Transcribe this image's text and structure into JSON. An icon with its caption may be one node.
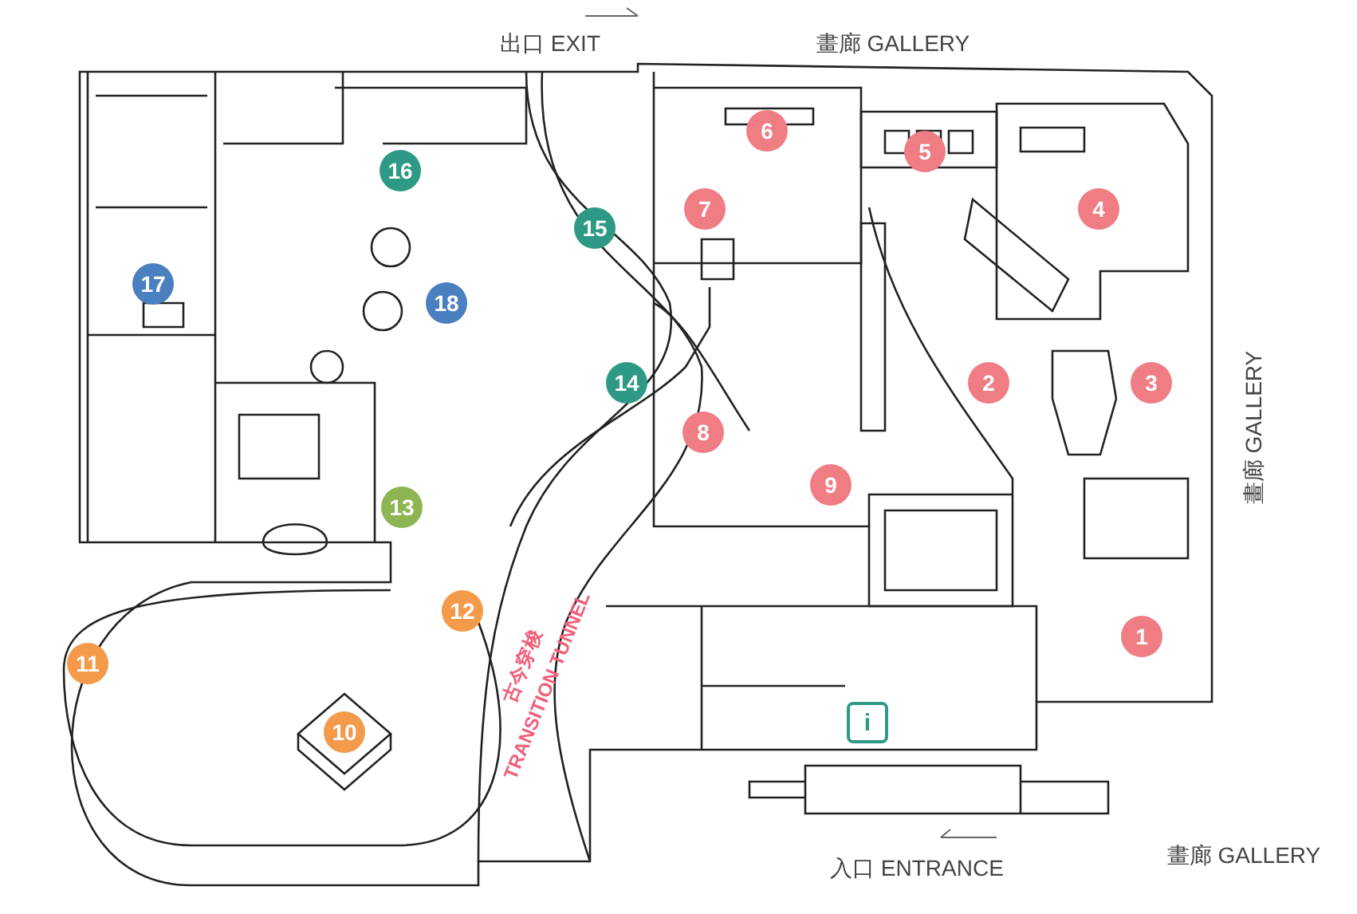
{
  "diagram": {
    "labels": [
      "出口 EXIT",
      "畫廊 GALLERY",
      "6",
      "5",
      "16",
      "7",
      "4",
      "15",
      "18",
      "17",
      "2",
      "3",
      "畫廊 GALLERY",
      "14",
      "8",
      "9",
      "13",
      "12",
      "1",
      "11",
      "古今穿梭",
      "TRANSITION TUNNEL",
      "i",
      "10",
      "入口 ENTRANCE",
      "畫廊 GALLERY"
    ]
  }
}
